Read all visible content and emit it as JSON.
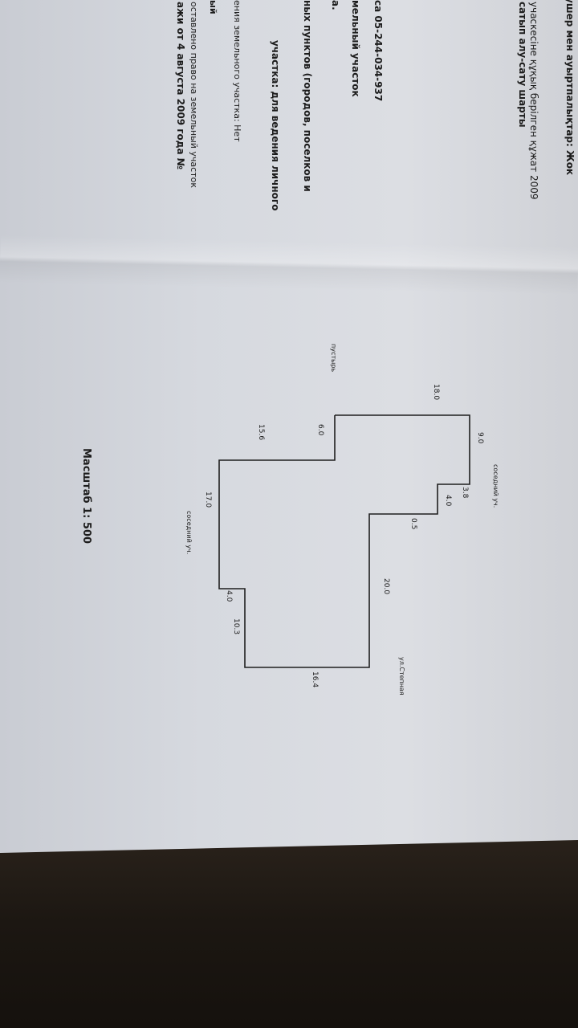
{
  "document": {
    "lines": [
      "ушер мен ауыртпалықтар: Жок",
      "учаскесіне құқық берілген құжат   2009",
      "сатып алу-сату шарты",
      "са 05-244-034-937",
      "мельный участок",
      "а.",
      "ных  пунктов  (городов,  поселков  и",
      "участка:   для    ведения    личного",
      "ения земельного участка: Нет",
      "ый",
      "оставлено право на земельный участок",
      "ажи  от  4  августа  2009  года  №"
    ]
  },
  "plan": {
    "dimensions": [
      "18.0",
      "9.0",
      "3.8",
      "4.0",
      "0.5",
      "20.0",
      "16.4",
      "10.3",
      "4.0",
      "17.0",
      "15.6",
      "6.0"
    ],
    "neighbors": [
      "пустырь",
      "соседний уч.",
      "соседний уч.",
      "ул.Степная"
    ],
    "scale": "Масштаб 1: 500"
  },
  "colors": {
    "paper": "#d6d9df",
    "ink": "#1c1c1c",
    "table": "#1d1813"
  }
}
